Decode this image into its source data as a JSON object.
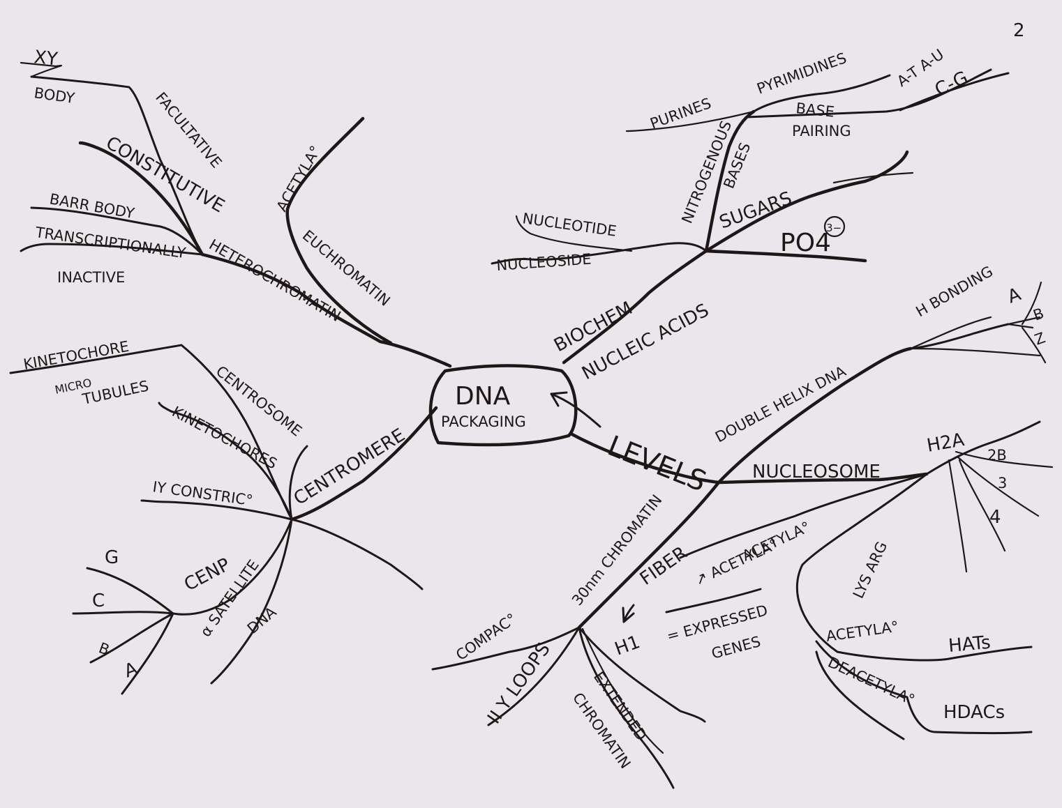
{
  "page_number": "2",
  "center": {
    "line1": "DNA",
    "line2": "PACKAGING"
  },
  "heterochromatin": {
    "main": "HETEROCHROMATIN",
    "xy": "XY",
    "body": "BODY",
    "facultative": "FACULTATIVE",
    "constitutive": "CONSTITUTIVE",
    "barr_body": "BARR BODY",
    "transcriptionally": "TRANSCRIPTIONALLY",
    "inactive": "INACTIVE"
  },
  "euchromatin": {
    "main": "EUCHROMATIN",
    "acetyla": "ACETYLA°"
  },
  "biochem": {
    "biochem": "BIOCHEM",
    "nucleic_acids": "NUCLEIC ACIDS",
    "nucleotide": "NUCLEOTIDE",
    "nucleoside": "NUCLEOSIDE",
    "nitrogenous": "NITROGENOUS",
    "bases": "BASES",
    "sugars": "SUGARS",
    "po4": "PO4",
    "po4_charge": "3−",
    "purines": "PURINES",
    "pyrimidines": "PYRIMIDINES",
    "base": "BASE",
    "pairing": "PAIRING",
    "at_au": "A-T A-U",
    "cg": "C-G"
  },
  "levels": {
    "main": "LEVELS",
    "double_helix": "DOUBLE HELIX DNA",
    "h_bonding": "H BONDING",
    "form_a": "A",
    "form_b": "B",
    "form_z": "Z",
    "nucleosome": "NUCLEOSOME",
    "h2a": "H2A",
    "h2b": "2B",
    "h3": "3",
    "h4": "4",
    "lys_arg": "LYS ARG",
    "acetyla_up": "↗ ACETYLA°",
    "acetyla_label": "ACETYLA°",
    "expressed": "= EXPRESSED",
    "genes": "GENES",
    "acetyla2": "ACETYLA°",
    "hats": "HATs",
    "deacetyla": "DEACETYLA°",
    "hdacs": "HDACs",
    "fiber_30nm": "30nm CHROMATIN",
    "fiber": "FIBER",
    "h1": "H1",
    "compac": "COMPAC°",
    "loops": "II Y LOOPS",
    "extended": "EXTENDED",
    "chromatin": "CHROMATIN"
  },
  "centromere": {
    "main": "CENTROMERE",
    "kinetochore": "KINETOCHORE",
    "micro": "MICRO",
    "tubules": "TUBULES",
    "centrosome": "CENTROSOME",
    "kinetochores": "KINETOCHORES",
    "constric": "IY CONSTRIC°",
    "cenp": "CENP",
    "cenp_g": "G",
    "cenp_c": "C",
    "cenp_b": "B",
    "cenp_a": "A",
    "alpha_satellite": "α SATELLITE",
    "dna": "DNA"
  }
}
